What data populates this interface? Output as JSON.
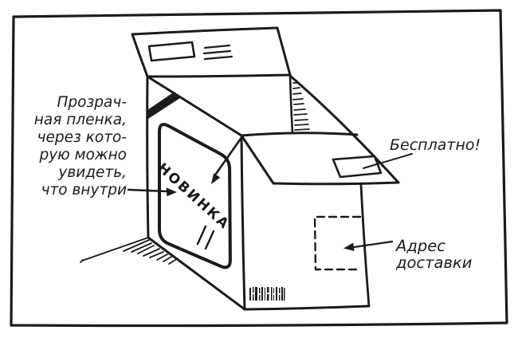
{
  "colors": {
    "ink": "#1b1b1b",
    "background": "#ffffff"
  },
  "annotations": {
    "film_note": {
      "lines": [
        "Прозрач-",
        "ная пленка,",
        "через кото-",
        "рую можно",
        "увидеть,",
        "что внутри"
      ]
    },
    "free_note": "Бесплатно!",
    "address_note": {
      "lines": [
        "Адрес",
        "доставки"
      ]
    },
    "box_front_text": "НОВИНКА"
  }
}
